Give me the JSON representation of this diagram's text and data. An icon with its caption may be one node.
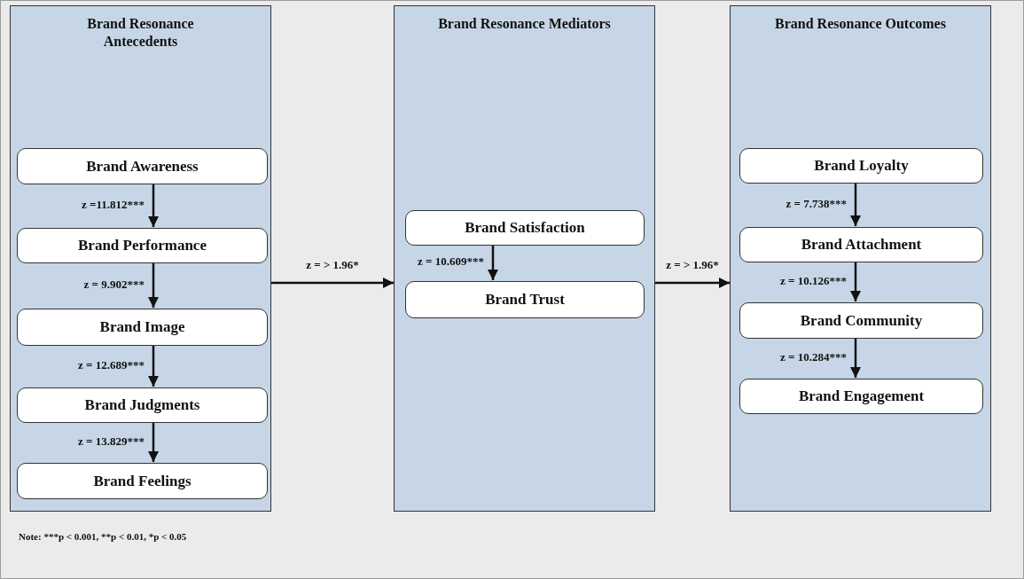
{
  "diagram": {
    "nodes": [
      {
        "text": [
          "Brand Resonance Antecedents"
        ]
      },
      {
        "text": [
          "Brand Awareness"
        ],
        "in": 0
      },
      {
        "text": [
          "Brand Performance"
        ],
        "in": 0
      },
      {
        "text": [
          "Brand Image"
        ],
        "in": 0
      },
      {
        "text": [
          "Brand Judgments"
        ],
        "in": 0
      },
      {
        "text": [
          "Brand Feelings"
        ],
        "in": 0
      },
      {
        "text": [
          "Brand Resonance Mediators"
        ]
      },
      {
        "text": [
          "Brand Satisfaction"
        ],
        "in": 6
      },
      {
        "text": [
          "Brand Trust"
        ],
        "in": 6
      },
      {
        "text": [
          "Brand Resonance Outcomes"
        ]
      },
      {
        "text": [
          "Brand Loyalty"
        ],
        "in": 9
      },
      {
        "text": [
          "Brand Attachment"
        ],
        "in": 9
      },
      {
        "text": [
          "Brand Community"
        ],
        "in": 9
      },
      {
        "text": [
          "Brand Engagement"
        ],
        "in": 9
      }
    ],
    "edges": [
      {
        "from": 1,
        "to": 2,
        "arrow": "to",
        "label": "z =11.812***"
      },
      {
        "from": 2,
        "to": 3,
        "arrow": "to",
        "label": "z = 9.902***"
      },
      {
        "from": 3,
        "to": 4,
        "arrow": "to",
        "label": "z = 12.689***"
      },
      {
        "from": 4,
        "to": 5,
        "arrow": "to",
        "label": "z = 13.829***"
      },
      {
        "from": 0,
        "to": 6,
        "arrow": "to",
        "label": "z = > 1.96*"
      },
      {
        "from": 7,
        "to": 8,
        "arrow": "to",
        "label": "z = 10.609***"
      },
      {
        "from": 6,
        "to": 9,
        "arrow": "to",
        "label": "z = > 1.96*"
      },
      {
        "from": 10,
        "to": 11,
        "arrow": "to",
        "label": "z = 7.738***"
      },
      {
        "from": 11,
        "to": 12,
        "arrow": "to",
        "label": "z = 10.126***"
      },
      {
        "from": 12,
        "to": 13,
        "arrow": "to",
        "label": "z = 10.284***"
      }
    ],
    "labels": [
      "Note: ***p < 0.001, **p < 0.01, *p < 0.05"
    ]
  }
}
